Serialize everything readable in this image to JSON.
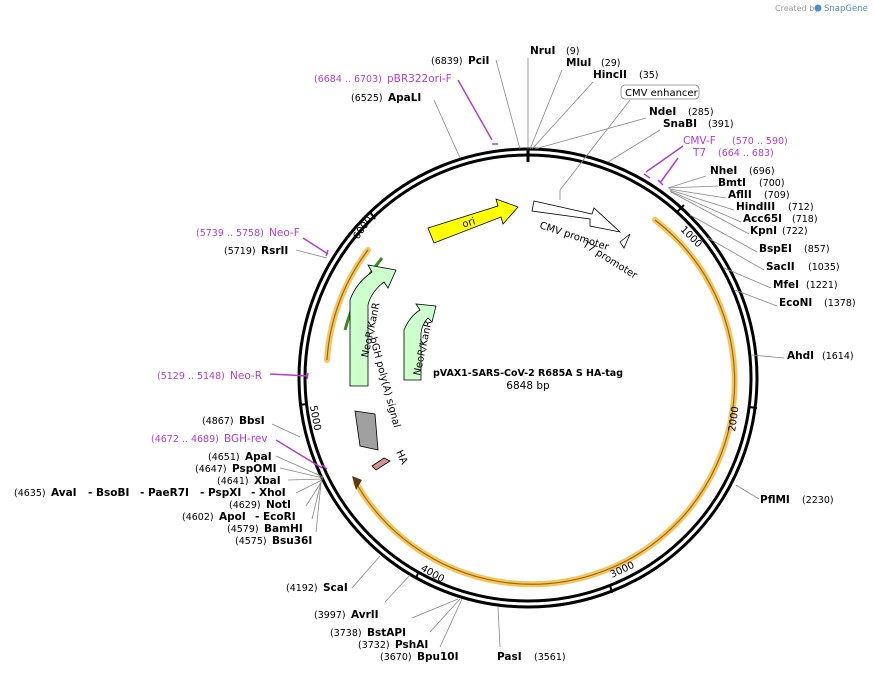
{
  "credit": {
    "prefix": "Created by",
    "brand": "SnapGene"
  },
  "plasmid": {
    "name": "pVAX1-SARS-CoV-2 R685A S HA-tag",
    "size_label": "6848 bp",
    "total_bp": 6848
  },
  "colors": {
    "primer": "#b43cd2",
    "ori": "#ffff00",
    "neo": "#ccffcc",
    "promoter": "#ffffff",
    "polyA": "#a0a0a0",
    "ha": "#d89090",
    "orf": "#f7c45c"
  },
  "ticks": [
    "1000",
    "2000",
    "3000",
    "4000",
    "5000",
    "6000"
  ],
  "tick_values": [
    1000,
    2000,
    3000,
    4000,
    5000,
    6000
  ],
  "enzymes_right": [
    {
      "name": "NruI",
      "pos": "(9)"
    },
    {
      "name": "MluI",
      "pos": "(29)"
    },
    {
      "name": "HincII",
      "pos": "(35)"
    },
    {
      "name": "NdeI",
      "pos": "(285)"
    },
    {
      "name": "SnaBI",
      "pos": "(391)"
    },
    {
      "name": "NheI",
      "pos": "(696)"
    },
    {
      "name": "BmtI",
      "pos": "(700)"
    },
    {
      "name": "AflII",
      "pos": "(709)"
    },
    {
      "name": "HindIII",
      "pos": "(712)"
    },
    {
      "name": "Acc65I",
      "pos": "(718)"
    },
    {
      "name": "KpnI",
      "pos": "(722)"
    },
    {
      "name": "BspEI",
      "pos": "(857)"
    },
    {
      "name": "SacII",
      "pos": "(1035)"
    },
    {
      "name": "MfeI",
      "pos": "(1221)"
    },
    {
      "name": "EcoNI",
      "pos": "(1378)"
    },
    {
      "name": "AhdI",
      "pos": "(1614)"
    },
    {
      "name": "PflMI",
      "pos": "(2230)"
    },
    {
      "name": "PasI",
      "pos": "(3561)"
    }
  ],
  "enzymes_left": [
    {
      "name": "PciI",
      "pos": "(6839)"
    },
    {
      "name": "ApaLI",
      "pos": "(6525)"
    },
    {
      "name": "RsrII",
      "pos": "(5719)"
    },
    {
      "name": "BbsI",
      "pos": "(4867)"
    },
    {
      "name": "ApaI",
      "pos": "(4651)"
    },
    {
      "name": "PspOMI",
      "pos": "(4647)"
    },
    {
      "name": "XbaI",
      "pos": "(4641)"
    },
    {
      "name": "NotI",
      "pos": "(4629)"
    },
    {
      "name": "BamHI",
      "pos": "(4579)"
    },
    {
      "name": "Bsu36I",
      "pos": "(4575)"
    },
    {
      "name": "ScaI",
      "pos": "(4192)"
    },
    {
      "name": "AvrII",
      "pos": "(3997)"
    },
    {
      "name": "BstAPI",
      "pos": "(3738)"
    },
    {
      "name": "PshAI",
      "pos": "(3732)"
    },
    {
      "name": "Bpu10I",
      "pos": "(3670)"
    }
  ],
  "multi_row": {
    "pos": "(4635)",
    "names": [
      "AvaI",
      "- BsoBI",
      "- PaeR7I",
      "- PspXI",
      "- XhoI"
    ]
  },
  "apoi_row": {
    "pos": "(4602)",
    "names": [
      "ApoI",
      "- EcoRI"
    ]
  },
  "primers": [
    {
      "name": "pBR322ori-F",
      "pos": "(6684 .. 6703)"
    },
    {
      "name": "CMV-F",
      "pos": "(570 .. 590)"
    },
    {
      "name": "T7",
      "pos": "(664 .. 683)"
    },
    {
      "name": "Neo-F",
      "pos": "(5739 .. 5758)"
    },
    {
      "name": "Neo-R",
      "pos": "(5129 .. 5148)"
    },
    {
      "name": "BGH-rev",
      "pos": "(4672 .. 4689)"
    }
  ],
  "features": {
    "cmv_enhancer": "CMV enhancer",
    "ori": "ori",
    "cmv_promoter": "CMV promoter",
    "t7_promoter": "T7 promoter",
    "neor1": "NeoR/KanR",
    "neor2": "NeoR/KanR",
    "bgh": "bGH poly(A) signal",
    "ha": "HA"
  }
}
